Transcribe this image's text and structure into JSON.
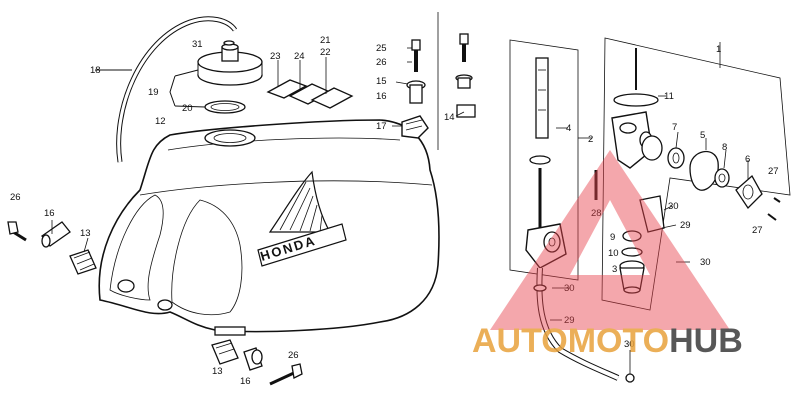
{
  "callouts": {
    "c1": "1",
    "c2": "2",
    "c3": "3",
    "c4": "4",
    "c5": "5",
    "c6": "6",
    "c7": "7",
    "c8": "8",
    "c9": "9",
    "c10": "10",
    "c11": "11",
    "c12": "12",
    "c13a": "13",
    "c13b": "13",
    "c14": "14",
    "c15": "15",
    "c16a": "16",
    "c16b": "16",
    "c16c": "16",
    "c17": "17",
    "c18": "18",
    "c19": "19",
    "c20": "20",
    "c21": "21",
    "c22": "22",
    "c23": "23",
    "c24": "24",
    "c25": "25",
    "c26a": "26",
    "c26b": "26",
    "c26c": "26",
    "c27a": "27",
    "c27b": "27",
    "c28": "28",
    "c29a": "29",
    "c29b": "29",
    "c30a": "30",
    "c30b": "30",
    "c30c": "30",
    "c30d": "30",
    "c31": "31"
  },
  "tank_emblem": "HONDA",
  "watermark": {
    "part1": "AUTO",
    "part2": "MOTO",
    "part3": "HUB"
  },
  "colors": {
    "accent": "#e8a23c",
    "dark": "#3a3a3a",
    "logo_red": "#e8434c"
  }
}
